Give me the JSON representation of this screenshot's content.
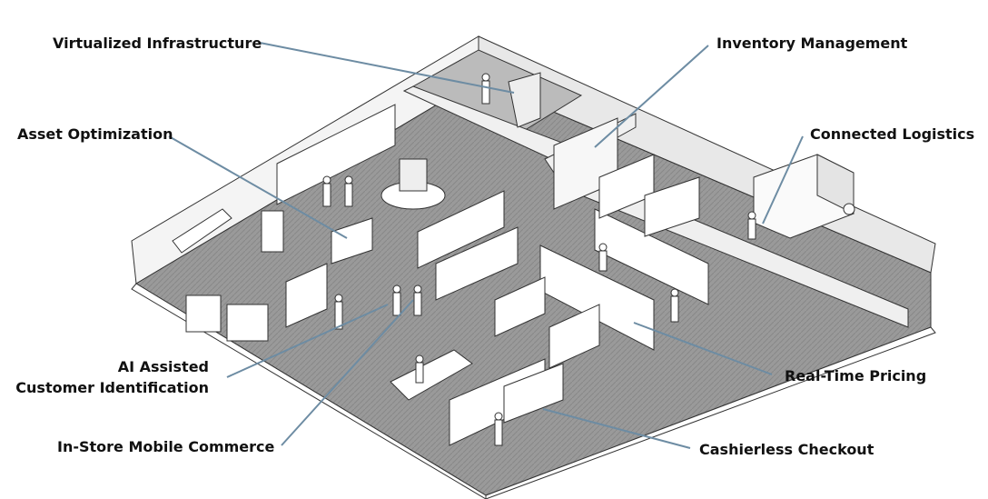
{
  "labels": {
    "virtualized_infrastructure": "Virtualized Infrastructure",
    "inventory_management": "Inventory Management",
    "asset_optimization": "Asset Optimization",
    "connected_logistics": "Connected Logistics",
    "ai_assisted_line1": "AI Assisted",
    "ai_assisted_line2": "Customer Identification",
    "in_store_mobile_commerce": "In-Store Mobile Commerce",
    "real_time_pricing": "Real-Time Pricing",
    "cashierless_checkout": "Cashierless Checkout"
  },
  "colors": {
    "leader_line": "#6d8ca3",
    "floor": "#8f8f8f",
    "wall": "#f2f2f2",
    "outline": "#333333"
  }
}
